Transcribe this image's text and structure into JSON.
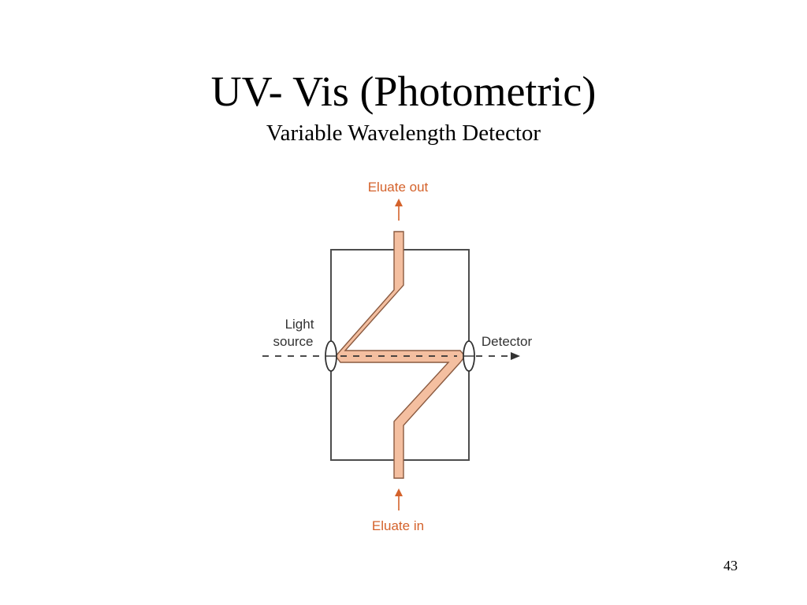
{
  "slide": {
    "title": "UV- Vis (Photometric)",
    "subtitle": "Variable Wavelength Detector",
    "page_number": "43"
  },
  "diagram": {
    "labels": {
      "eluate_out": "Eluate out",
      "eluate_in": "Eluate in",
      "light_source_line1": "Light",
      "light_source_line2": "source",
      "detector": "Detector"
    },
    "colors": {
      "flow_path_fill": "#F4BFA0",
      "flow_path_stroke": "#8A5A40",
      "label_text": "#D4622B",
      "outline": "#4D4D4D",
      "text": "#333333"
    }
  }
}
